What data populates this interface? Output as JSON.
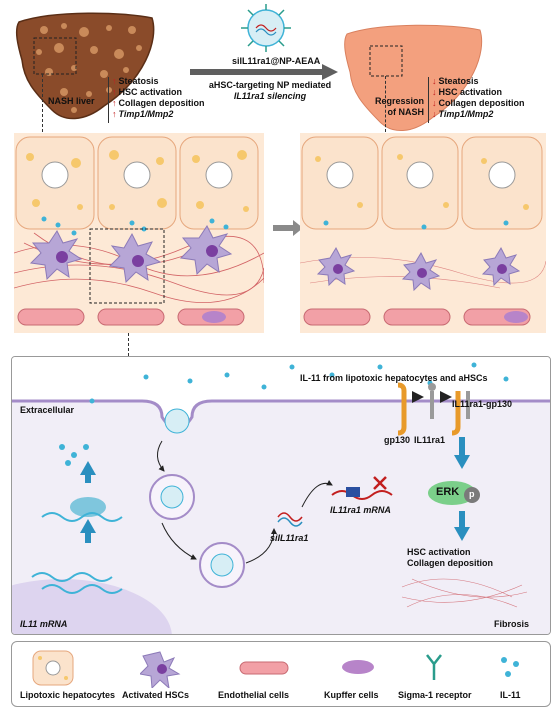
{
  "top": {
    "nanoparticle_label": "siIL11ra1@NP-AEAA",
    "arrow_text_line1": "aHSC-targeting NP mediated",
    "arrow_text_line2": "IL11ra1 silencing",
    "left_liver_label": "NASH liver",
    "left_list": [
      "Steatosis",
      "HSC activation",
      "Collagen deposition",
      "Timp1/Mmp2"
    ],
    "right_liver_label_line1": "Regression",
    "right_liver_label_line2": "of NASH",
    "right_list": [
      "Steatosis",
      "HSC activation",
      "Collagen deposition",
      "Timp1/Mmp2"
    ]
  },
  "mechanism": {
    "il11_source": "IL-11 from lipotoxic hepatocytes and aHSCs",
    "extracellular": "Extracellular",
    "gp130": "gp130",
    "il11ra1": "IL11ra1",
    "complex": "IL11ra1-gp130",
    "erk": "ERK",
    "phospho": "p",
    "sirna": "siIL11ra1",
    "target_mrna": "IL11ra1 mRNA",
    "outcome_line1": "HSC activation",
    "outcome_line2": "Collagen deposition",
    "fibrosis": "Fibrosis",
    "il11_mrna": "IL11 mRNA"
  },
  "legend": [
    "Lipotoxic hepatocytes",
    "Activated HSCs",
    "Endothelial cells",
    "Kupffer cells",
    "Sigma-1 receptor",
    "IL-11"
  ],
  "colors": {
    "liver_nash": "#8a4b2a",
    "liver_healthy": "#f3a07e",
    "hepatocyte": "#fbe3cc",
    "hsc": "#b7a6d6",
    "nucleus": "#7a3fa0",
    "endothelial": "#f2a0a6",
    "kupffer": "#b784c9",
    "receptor": "#2a9c8c",
    "il11": "#3fb3d7",
    "arrow": "#2a8fbf",
    "increase_mark": "#c21f1f",
    "erk": "#7bcf8a",
    "fibers": "#c8424a"
  }
}
